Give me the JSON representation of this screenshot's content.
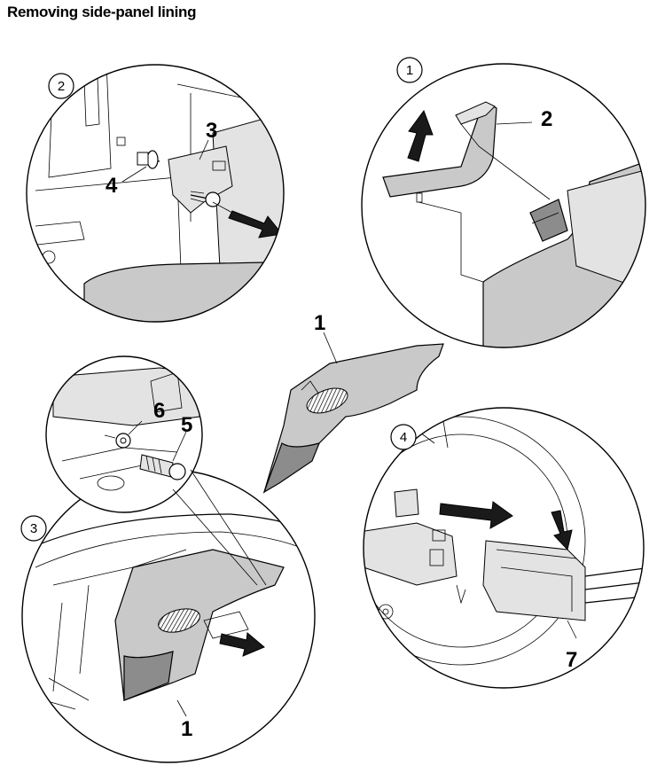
{
  "title": "Removing side-panel lining",
  "steps": [
    {
      "number": "1"
    },
    {
      "number": "2"
    },
    {
      "number": "3"
    },
    {
      "number": "4"
    }
  ],
  "callouts": {
    "c1_center": "1",
    "c1_bottom": "1",
    "c2": "2",
    "c3": "3",
    "c4": "4",
    "c5": "5",
    "c6": "6",
    "c7": "7"
  }
}
